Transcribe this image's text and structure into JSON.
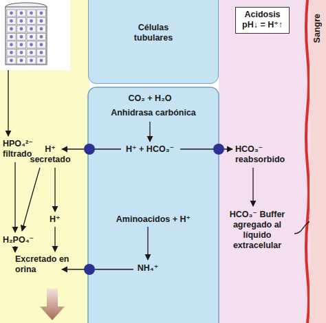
{
  "diagram": {
    "nodes": [
      {
        "text": [
          "Células tubulares"
        ]
      },
      {
        "text": [
          "Acidosis",
          "pH↓ = H⁺↑"
        ]
      },
      {
        "text": [
          "Sangre"
        ]
      }
    ],
    "labels": [
      "HPO₄²⁻ filtrado",
      "H⁺ secretado",
      "H⁺",
      "H₂PO₄⁻",
      "Excretado en orina",
      "CO₂ + H₂O",
      "Anhidrasa carbónica",
      "H⁺ + HCO₃⁻",
      "HCO₃⁻ reabsorbido",
      "HCO₃⁻ Buffer agregado al líquido extracelular",
      "Aminoacidos + H⁺",
      "NH₄⁺"
    ]
  }
}
